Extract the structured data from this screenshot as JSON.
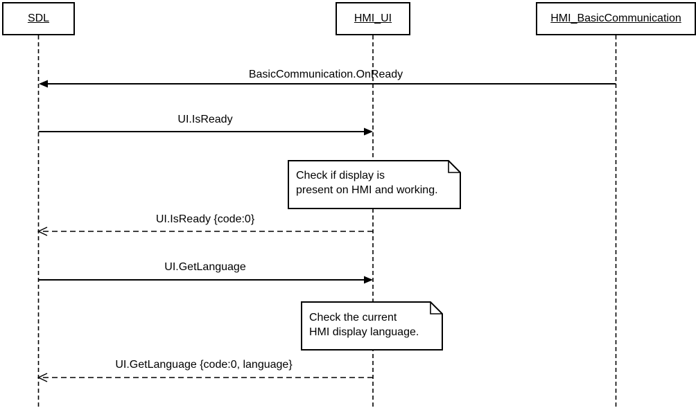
{
  "diagram": {
    "type": "uml-sequence-diagram",
    "background_color": "#ffffff",
    "line_color": "#000000",
    "actors": [
      {
        "name": "SDL"
      },
      {
        "name": "HMI_UI"
      },
      {
        "name": "HMI_BasicCommunication"
      }
    ],
    "messages": [
      {
        "label": "BasicCommunication.OnReady",
        "from": "HMI_BasicCommunication",
        "to": "SDL",
        "style": "solid",
        "arrowhead": "filled"
      },
      {
        "label": "UI.IsReady",
        "from": "SDL",
        "to": "HMI_UI",
        "style": "solid",
        "arrowhead": "filled"
      },
      {
        "label": "UI.IsReady {code:0}",
        "from": "HMI_UI",
        "to": "SDL",
        "style": "dashed",
        "arrowhead": "open"
      },
      {
        "label": "UI.GetLanguage",
        "from": "SDL",
        "to": "HMI_UI",
        "style": "solid",
        "arrowhead": "filled"
      },
      {
        "label": "UI.GetLanguage {code:0, language}",
        "from": "HMI_UI",
        "to": "SDL",
        "style": "dashed",
        "arrowhead": "open"
      }
    ],
    "notes": [
      {
        "line1": "Check if display is",
        "line2": "present on HMI and working.",
        "attached_to": "HMI_UI"
      },
      {
        "line1": "Check the current",
        "line2": "HMI display language.",
        "attached_to": "HMI_UI"
      }
    ]
  }
}
